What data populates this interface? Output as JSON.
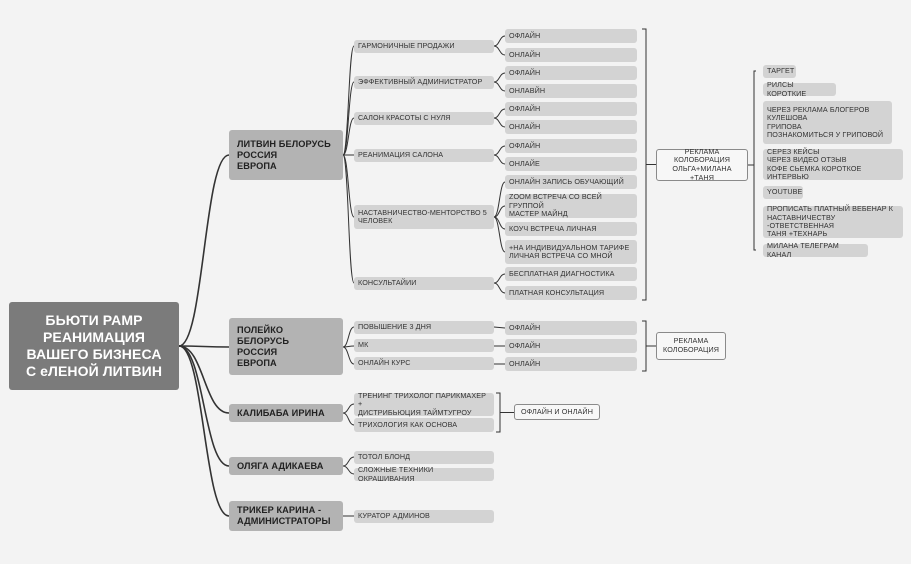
{
  "root": {
    "label": "БЬЮТИ PAMP\nРЕАНИМАЦИЯ\nВАШЕГО БИЗНЕСА\nС еЛЕНОЙ ЛИТВИН"
  },
  "branch1": {
    "label": "ЛИТВИН БЕЛОРУСЬ\nРОССИЯ\nЕВРОПА",
    "items": [
      {
        "label": "ГАРМОНИЧНЫЕ ПРОДАЖИ",
        "children": [
          "ОФЛАЙН",
          "ОНЛАЙН"
        ]
      },
      {
        "label": "ЭФФЕКТИВНЫЙ АДМИНИСТРАТОР",
        "children": [
          "ОФЛАЙН",
          "ОНЛАВЙН"
        ]
      },
      {
        "label": "САЛОН КРАСОТЫ С НУЛЯ",
        "children": [
          "ОФЛАЙН",
          "ОНЛАЙН"
        ]
      },
      {
        "label": "РЕАНИМАЦИЯ САЛОНА",
        "children": [
          "ОФЛАЙН",
          "ОНЛАЙЕ"
        ]
      },
      {
        "label": "НАСТАВНИЧЕСТВО-МЕНТОРСТВО 5\nЧЕЛОВЕК",
        "children": [
          "ОНЛАЙН ЗАПИСЬ ОБУЧАЮЩИЙ",
          "ZOOM ВСТРЕЧА СО ВСЕЙ ГРУППОЙ\nМАСТЕР МАЙНД",
          "КОУЧ ВСТРЕЧА ЛИЧНАЯ",
          "+НА ИНДИВИДУАЛЬНОМ ТАРИФЕ\nЛИЧНАЯ ВСТРЕЧА СО МНОЙ"
        ]
      },
      {
        "label": "КОНСУЛЬТАЙИИ",
        "children": [
          "БЕСПЛАТНАЯ ДИАГНОСТИКА",
          "ПЛАТНАЯ КОНСУЛЬТАЦИЯ"
        ]
      }
    ],
    "summary": "РЕКЛАМА\nКОЛОБОРАЦИЯ\nОЛЬГА+МИЛАНА +ТАНЯ",
    "ads": [
      "ТАРГЕТ",
      "РИЛСЫ КОРОТКИЕ",
      "ЧЕРЕЗ РЕКЛАМА БЛОГЕРОВ\nКУЛЕШОВА\nГРИПОВА\nПОЗНАКОМИТЬСЯ У ГРИПОВОЙ",
      "СЕРЕЗ КЕЙСЫ\nЧЕРЕЗ ВИДЕО ОТЗЫВ\nКОФЕ СЬЕМКА КОРОТКОЕ ИНТЕРВЬЮ",
      "YOUTUBE",
      "ПРОПИСАТЬ ПЛАТНЫЙ ВЕБЕНАР К\nНАСТАВНИЧЕСТВУ -ОТВЕТСТВЕННАЯ\nТАНЯ +ТЕХНАРЬ",
      "МИЛАНА ТЕЛЕГРАМ КАНАЛ"
    ]
  },
  "branch2": {
    "label": "ПОЛЕЙКО\nБЕЛОРУСЬ\nРОССИЯ\nЕВРОПА",
    "items": [
      {
        "label": "ПОВЫШЕНИЕ 3 ДНЯ",
        "child": "ОФЛАЙН"
      },
      {
        "label": "МК",
        "child": "ОФЛАЙН"
      },
      {
        "label": "ОНЛАЙН КУРС",
        "child": "ОНЛАЙН"
      }
    ],
    "summary": "РЕКЛАМА\nКОЛОБОРАЦИЯ"
  },
  "branch3": {
    "label": "КАЛИБАБА ИРИНА",
    "items": [
      "ТРЕНИНГ ТРИХОЛОГ ПАРИКМАХЕР +\nДИСТРИБЬЮЦИЯ ТАЙМТУГРОУ",
      "ТРИХОЛОГИЯ КАК ОСНОВА"
    ],
    "summary": "ОФЛАЙН И ОНЛАЙН"
  },
  "branch4": {
    "label": "ОЛЯГА АДИКАЕВА",
    "items": [
      "ТОТОЛ БЛОНД",
      "СЛОЖНЫЕ ТЕХНИКИ ОКРАШИВАНИЯ"
    ]
  },
  "branch5": {
    "label": "ТРИКЕР КАРИНА -\nАДМИНИСТРАТОРЫ",
    "items": [
      "КУРАТОР АДМИНОВ"
    ]
  }
}
